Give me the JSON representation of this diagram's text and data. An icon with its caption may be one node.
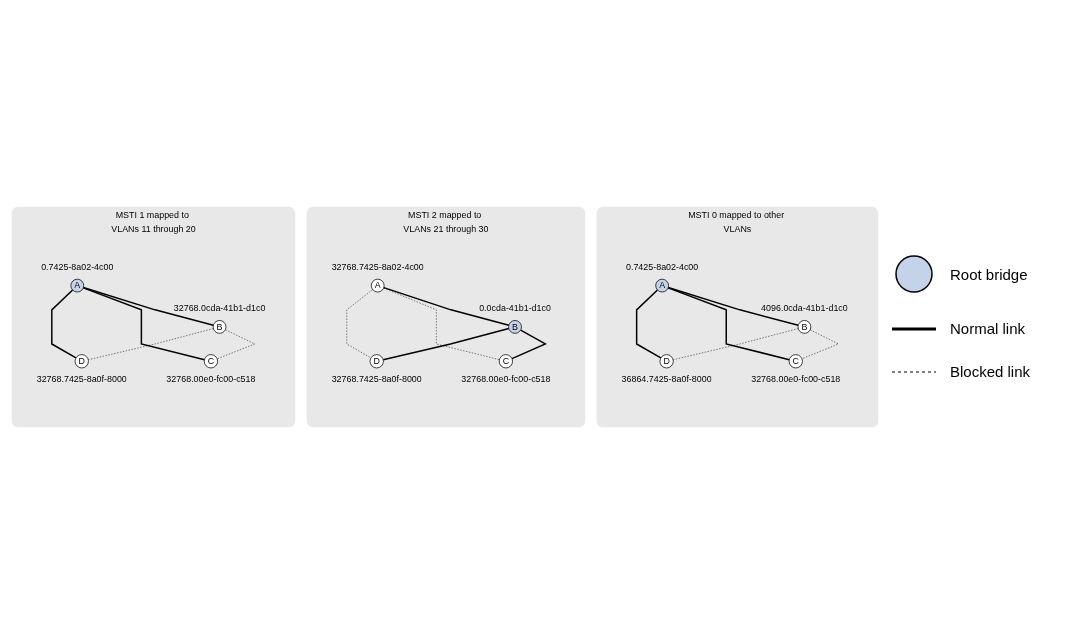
{
  "diagram": {
    "nodes": [
      {
        "text": [
          "MSTI 1 mapped to VLANs 11 through 20"
        ]
      },
      {
        "text": [
          "A"
        ],
        "in": 0,
        "beside": [
          "0.7425-8a02-4c00"
        ]
      },
      {
        "text": [
          "B"
        ],
        "in": 0,
        "beside": [
          "32768.0cda-41b1-d1c0"
        ]
      },
      {
        "text": [
          "C"
        ],
        "in": 0,
        "beside": [
          "32768.00e0-fc00-c518"
        ]
      },
      {
        "text": [
          "D"
        ],
        "in": 0,
        "beside": [
          "32768.7425-8a0f-8000"
        ]
      },
      {
        "text": [
          "MSTI 2 mapped to VLANs 21 through 30"
        ]
      },
      {
        "text": [
          "A"
        ],
        "in": 5,
        "beside": [
          "32768.7425-8a02-4c00"
        ]
      },
      {
        "text": [
          "B"
        ],
        "in": 5,
        "beside": [
          "0.0cda-41b1-d1c0"
        ]
      },
      {
        "text": [
          "C"
        ],
        "in": 5,
        "beside": [
          "32768.00e0-fc00-c518"
        ]
      },
      {
        "text": [
          "D"
        ],
        "in": 5,
        "beside": [
          "32768.7425-8a0f-8000"
        ]
      },
      {
        "text": [
          "MSTI 0 mapped to other VLANs"
        ]
      },
      {
        "text": [
          "A"
        ],
        "in": 10,
        "beside": [
          "0.7425-8a02-4c00"
        ]
      },
      {
        "text": [
          "B"
        ],
        "in": 10,
        "beside": [
          "4096.0cda-41b1-d1c0"
        ]
      },
      {
        "text": [
          "C"
        ],
        "in": 10,
        "beside": [
          "32768.00e0-fc00-c518"
        ]
      },
      {
        "text": [
          "D"
        ],
        "in": 10,
        "beside": [
          "36864.7425-8a0f-8000"
        ]
      }
    ],
    "edges": [
      {
        "from": 1,
        "to": 2,
        "arrow": "none"
      },
      {
        "from": 1,
        "to": 3,
        "arrow": "none"
      },
      {
        "from": 1,
        "to": 4,
        "arrow": "none"
      },
      {
        "from": 2,
        "to": 3,
        "arrow": "none",
        "style": "dashed"
      },
      {
        "from": 2,
        "to": 4,
        "arrow": "none",
        "style": "dashed"
      },
      {
        "from": 6,
        "to": 7,
        "arrow": "none"
      },
      {
        "from": 7,
        "to": 8,
        "arrow": "none"
      },
      {
        "from": 7,
        "to": 9,
        "arrow": "none"
      },
      {
        "from": 6,
        "to": 8,
        "arrow": "none",
        "style": "dashed"
      },
      {
        "from": 6,
        "to": 9,
        "arrow": "none",
        "style": "dashed"
      },
      {
        "from": 11,
        "to": 12,
        "arrow": "none"
      },
      {
        "from": 11,
        "to": 13,
        "arrow": "none"
      },
      {
        "from": 11,
        "to": 14,
        "arrow": "none"
      },
      {
        "from": 12,
        "to": 13,
        "arrow": "none",
        "style": "dashed"
      },
      {
        "from": 12,
        "to": 14,
        "arrow": "none",
        "style": "dashed"
      }
    ],
    "legend": [
      {
        "text": "Root bridge",
        "color": "#c5d3ea"
      },
      {
        "text": "Normal link"
      },
      {
        "text": "Blocked link"
      }
    ]
  }
}
